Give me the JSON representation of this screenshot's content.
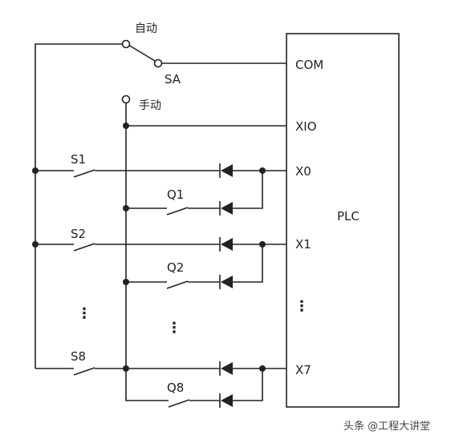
{
  "labels": {
    "auto": "自动",
    "manual": "手动",
    "sa": "SA",
    "plc": "PLC",
    "com": "COM",
    "xio": "XIO",
    "x0": "X0",
    "x1": "X1",
    "x7": "X7",
    "s1": "S1",
    "s2": "S2",
    "s8": "S8",
    "q1": "Q1",
    "q2": "Q2",
    "q8": "Q8",
    "ellipsis_plc": "⋮",
    "ellipsis_s": "⋮",
    "ellipsis_q": "⋮"
  },
  "watermark": "头条 @工程大讲堂",
  "colors": {
    "line": "#222222",
    "background": "#ffffff"
  }
}
